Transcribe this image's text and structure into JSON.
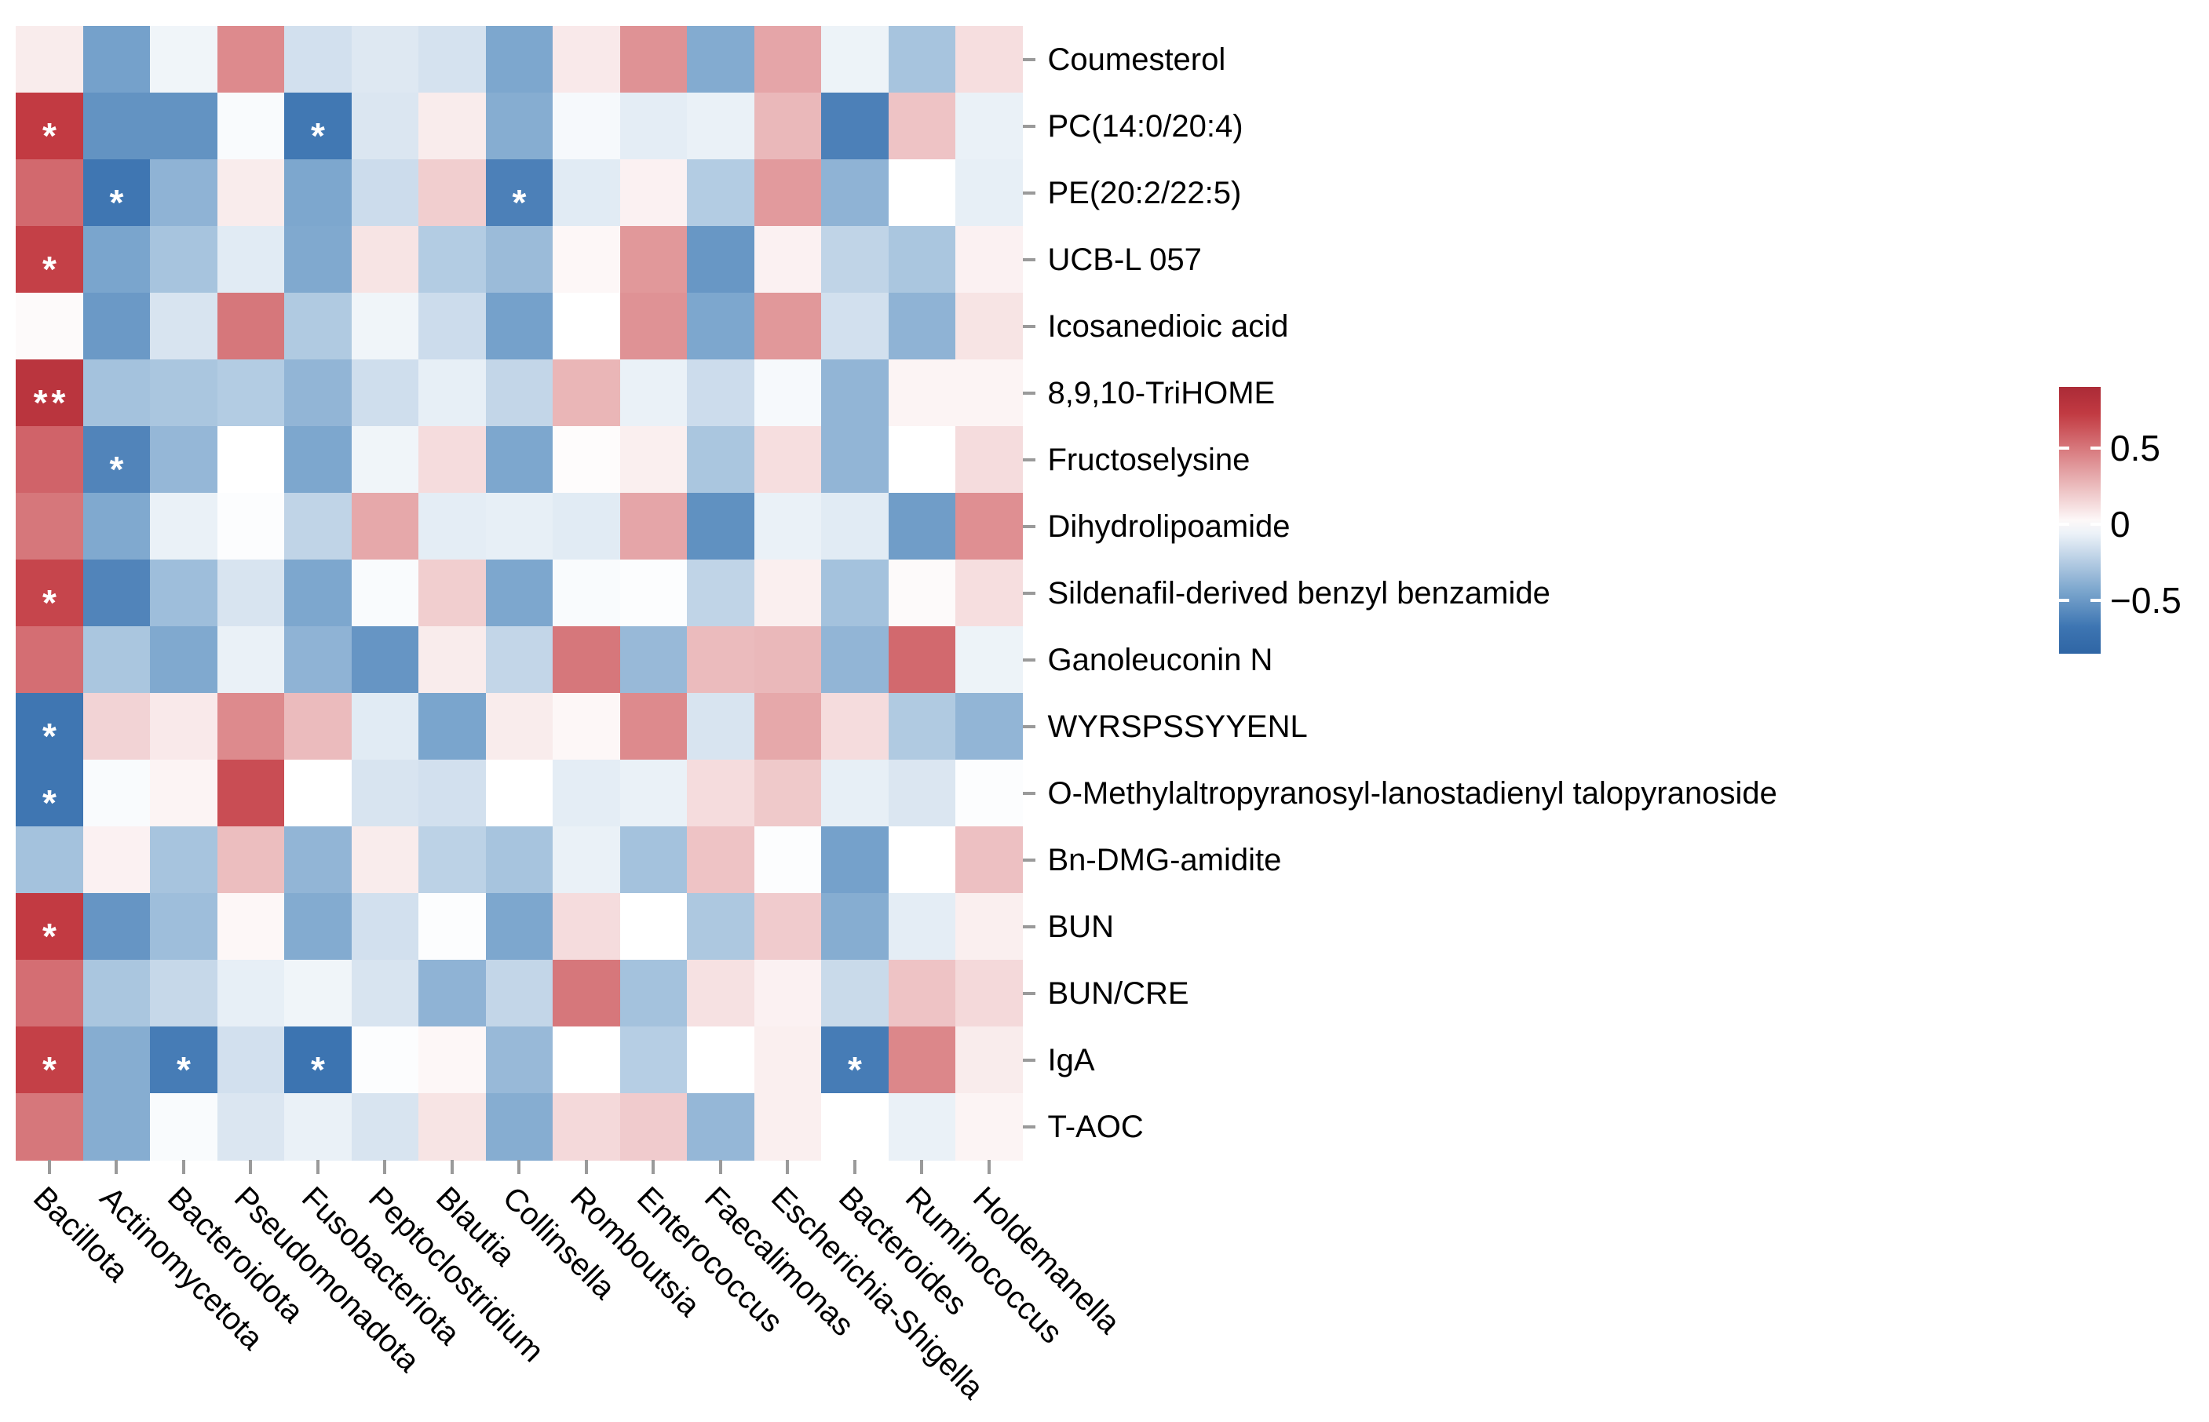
{
  "chart_data": {
    "type": "heatmap",
    "title": "",
    "xlabel": "",
    "ylabel": "",
    "columns": [
      "Bacillota",
      "Actinomycetota",
      "Bacteroidota",
      "Pseudomonadota",
      "Fusobacteriota",
      "Peptoclostridium",
      "Blautia",
      "Collinsella",
      "Romboutsia",
      "Enterococcus",
      "Faecalimonas",
      "Escherichia-Shigella",
      "Bacteroides",
      "Ruminococcus",
      "Holdemanella"
    ],
    "rows": [
      "Coumesterol",
      "PC(14:0/20:4)",
      "PE(20:2/22:5)",
      "UCB-L 057",
      "Icosanedioic acid",
      "8,9,10-TriHOME",
      "Fructoselysine",
      "Dihydrolipoamide",
      "Sildenafil-derived benzyl benzamide",
      "Ganoleuconin N",
      "WYRSPSSYYENL",
      "O-Methylaltropyranosyl-lanostadienyl talopyranoside",
      "Bn-DMG-amidite",
      "BUN",
      "BUN/CRE",
      "IgA",
      "T-AOC"
    ],
    "values": [
      [
        0.07,
        -0.46,
        -0.05,
        0.43,
        -0.15,
        -0.11,
        -0.14,
        -0.43,
        0.08,
        0.4,
        -0.41,
        0.33,
        -0.06,
        -0.29,
        0.12
      ],
      [
        0.72,
        -0.53,
        -0.53,
        -0.02,
        -0.66,
        -0.12,
        0.07,
        -0.4,
        -0.03,
        -0.09,
        -0.07,
        0.26,
        -0.62,
        0.22,
        -0.07
      ],
      [
        0.55,
        -0.67,
        -0.37,
        0.07,
        -0.43,
        -0.17,
        0.18,
        -0.62,
        -0.1,
        0.05,
        -0.25,
        0.37,
        -0.37,
        0.0,
        -0.08
      ],
      [
        0.7,
        -0.44,
        -0.29,
        -0.1,
        -0.42,
        0.1,
        -0.25,
        -0.33,
        0.03,
        0.38,
        -0.51,
        0.05,
        -0.21,
        -0.28,
        0.05
      ],
      [
        0.02,
        -0.5,
        -0.13,
        0.5,
        -0.26,
        -0.05,
        -0.17,
        -0.46,
        0.0,
        0.4,
        -0.43,
        0.38,
        -0.15,
        -0.37,
        0.1
      ],
      [
        0.78,
        -0.3,
        -0.28,
        -0.25,
        -0.36,
        -0.16,
        -0.08,
        -0.2,
        0.27,
        -0.07,
        -0.17,
        -0.03,
        -0.36,
        0.04,
        0.04
      ],
      [
        0.57,
        -0.6,
        -0.35,
        0.0,
        -0.43,
        -0.05,
        0.13,
        -0.43,
        0.01,
        0.06,
        -0.28,
        0.12,
        -0.36,
        0.0,
        0.13
      ],
      [
        0.5,
        -0.42,
        -0.07,
        -0.01,
        -0.21,
        0.32,
        -0.09,
        -0.08,
        -0.1,
        0.33,
        -0.54,
        -0.07,
        -0.1,
        -0.48,
        0.41
      ],
      [
        0.68,
        -0.6,
        -0.32,
        -0.13,
        -0.43,
        -0.02,
        0.18,
        -0.43,
        -0.02,
        -0.01,
        -0.21,
        0.06,
        -0.3,
        0.02,
        0.12
      ],
      [
        0.53,
        -0.28,
        -0.42,
        -0.07,
        -0.37,
        -0.52,
        0.07,
        -0.2,
        0.5,
        -0.34,
        0.25,
        0.26,
        -0.36,
        0.55,
        -0.06
      ],
      [
        -0.67,
        0.16,
        0.08,
        0.43,
        0.25,
        -0.1,
        -0.44,
        0.07,
        0.03,
        0.43,
        -0.13,
        0.32,
        0.13,
        -0.26,
        -0.36
      ],
      [
        -0.67,
        -0.02,
        0.04,
        0.65,
        0.0,
        -0.13,
        -0.15,
        0.0,
        -0.09,
        -0.07,
        0.13,
        0.2,
        -0.08,
        -0.12,
        -0.01
      ],
      [
        -0.3,
        0.05,
        -0.29,
        0.24,
        -0.36,
        0.07,
        -0.22,
        -0.29,
        -0.07,
        -0.3,
        0.22,
        -0.01,
        -0.46,
        0.0,
        0.23
      ],
      [
        0.72,
        -0.52,
        -0.32,
        0.03,
        -0.41,
        -0.15,
        -0.01,
        -0.43,
        0.13,
        0.0,
        -0.27,
        0.19,
        -0.4,
        -0.09,
        0.06
      ],
      [
        0.53,
        -0.28,
        -0.19,
        -0.08,
        -0.05,
        -0.13,
        -0.37,
        -0.2,
        0.5,
        -0.3,
        0.11,
        0.05,
        -0.18,
        0.22,
        0.14
      ],
      [
        0.7,
        -0.4,
        -0.64,
        -0.15,
        -0.68,
        -0.01,
        0.03,
        -0.34,
        0.0,
        -0.24,
        0.0,
        0.06,
        -0.64,
        0.44,
        0.07
      ],
      [
        0.5,
        -0.4,
        -0.02,
        -0.12,
        -0.07,
        -0.13,
        0.1,
        -0.4,
        0.14,
        0.19,
        -0.35,
        0.06,
        0.0,
        -0.07,
        0.04
      ]
    ],
    "significance": [
      [
        "",
        "",
        "",
        "",
        "",
        "",
        "",
        "",
        "",
        "",
        "",
        "",
        "",
        "",
        ""
      ],
      [
        "*",
        "",
        "",
        "",
        "*",
        "",
        "",
        "",
        "",
        "",
        "",
        "",
        "",
        "",
        ""
      ],
      [
        "",
        "*",
        "",
        "",
        "",
        "",
        "",
        "*",
        "",
        "",
        "",
        "",
        "",
        "",
        ""
      ],
      [
        "*",
        "",
        "",
        "",
        "",
        "",
        "",
        "",
        "",
        "",
        "",
        "",
        "",
        "",
        ""
      ],
      [
        "",
        "",
        "",
        "",
        "",
        "",
        "",
        "",
        "",
        "",
        "",
        "",
        "",
        "",
        ""
      ],
      [
        "**",
        "",
        "",
        "",
        "",
        "",
        "",
        "",
        "",
        "",
        "",
        "",
        "",
        "",
        ""
      ],
      [
        "",
        "*",
        "",
        "",
        "",
        "",
        "",
        "",
        "",
        "",
        "",
        "",
        "",
        "",
        ""
      ],
      [
        "",
        "",
        "",
        "",
        "",
        "",
        "",
        "",
        "",
        "",
        "",
        "",
        "",
        "",
        ""
      ],
      [
        "*",
        "",
        "",
        "",
        "",
        "",
        "",
        "",
        "",
        "",
        "",
        "",
        "",
        "",
        ""
      ],
      [
        "",
        "",
        "",
        "",
        "",
        "",
        "",
        "",
        "",
        "",
        "",
        "",
        "",
        "",
        ""
      ],
      [
        "*",
        "",
        "",
        "",
        "",
        "",
        "",
        "",
        "",
        "",
        "",
        "",
        "",
        "",
        ""
      ],
      [
        "*",
        "",
        "",
        "",
        "",
        "",
        "",
        "",
        "",
        "",
        "",
        "",
        "",
        "",
        ""
      ],
      [
        "",
        "",
        "",
        "",
        "",
        "",
        "",
        "",
        "",
        "",
        "",
        "",
        "",
        "",
        ""
      ],
      [
        "*",
        "",
        "",
        "",
        "",
        "",
        "",
        "",
        "",
        "",
        "",
        "",
        "",
        "",
        ""
      ],
      [
        "",
        "",
        "",
        "",
        "",
        "",
        "",
        "",
        "",
        "",
        "",
        "",
        "",
        "",
        ""
      ],
      [
        "*",
        "",
        "*",
        "",
        "*",
        "",
        "",
        "",
        "",
        "",
        "",
        "",
        "*",
        "",
        ""
      ],
      [
        "",
        "",
        "",
        "",
        "",
        "",
        "",
        "",
        "",
        "",
        "",
        "",
        "",
        "",
        ""
      ]
    ],
    "legend": {
      "tick_labels": [
        "0.5",
        "0",
        "−0.5"
      ],
      "tick_values": [
        0.5,
        0,
        -0.5
      ],
      "vmax": 0.9,
      "vmin": -0.85
    },
    "colors": {
      "zero": "#ffffff",
      "positive_anchors": [
        [
          0,
          255,
          255,
          255
        ],
        [
          0.43,
          221,
          138,
          141
        ],
        [
          0.72,
          194,
          58,
          66
        ],
        [
          0.9,
          171,
          43,
          55
        ]
      ],
      "negative_anchors": [
        [
          0,
          255,
          255,
          255
        ],
        [
          0.43,
          125,
          167,
          206
        ],
        [
          0.68,
          60,
          116,
          177
        ],
        [
          0.85,
          47,
          102,
          165
        ]
      ],
      "tick_color": "#9a9a9a",
      "label_color": "#000000",
      "significance_color": "#ffffff"
    }
  }
}
